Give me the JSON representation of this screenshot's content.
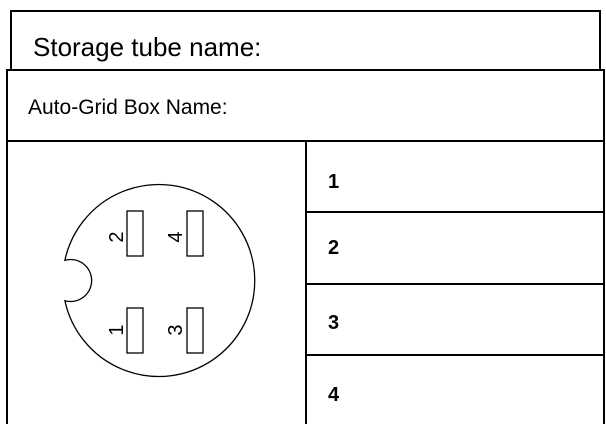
{
  "form": {
    "storage_tube_label": "Storage tube name:",
    "autogrid_box_label": "Auto-Grid Box Name:"
  },
  "grid_box": {
    "slots": [
      {
        "number": "1"
      },
      {
        "number": "2"
      },
      {
        "number": "3"
      },
      {
        "number": "4"
      }
    ],
    "diagram_labels": {
      "slot_1": "1",
      "slot_2": "2",
      "slot_3": "3",
      "slot_4": "4"
    }
  }
}
